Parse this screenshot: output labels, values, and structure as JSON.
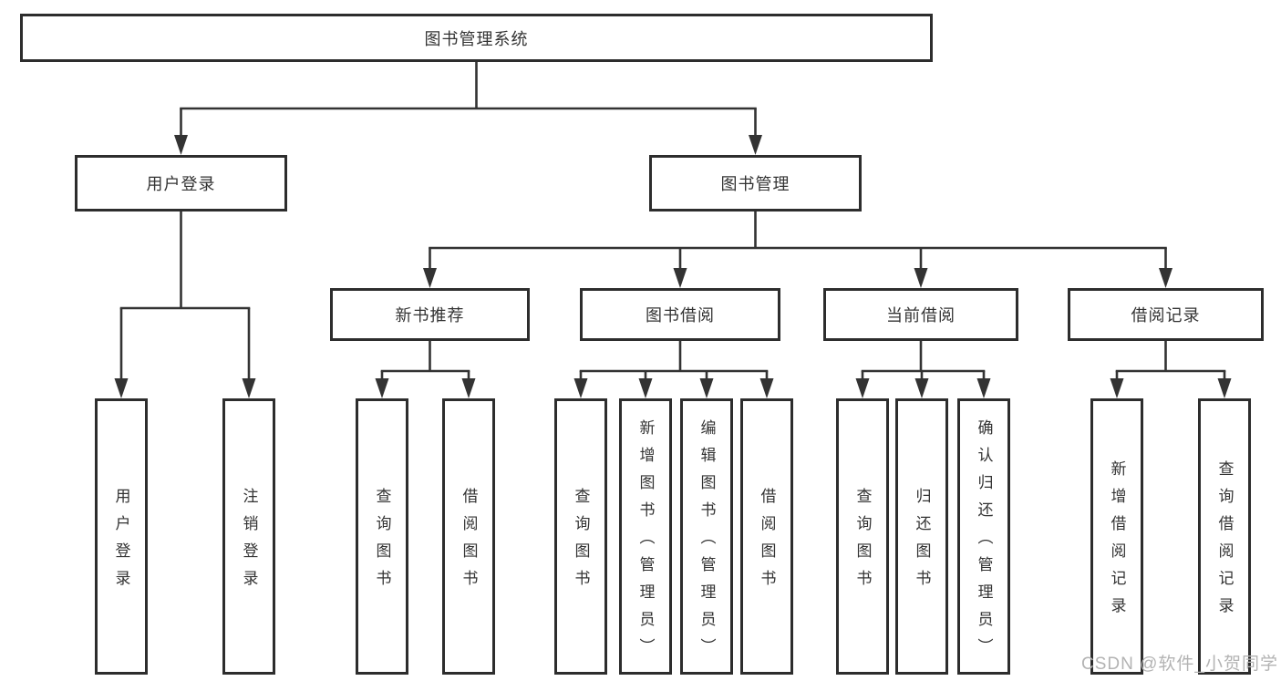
{
  "tree": {
    "label": "图书管理系统",
    "children": [
      {
        "label": "用户登录",
        "children": [
          {
            "label": "用户登录"
          },
          {
            "label": "注销登录"
          }
        ]
      },
      {
        "label": "图书管理",
        "children": [
          {
            "label": "新书推荐",
            "children": [
              {
                "label": "查询图书"
              },
              {
                "label": "借阅图书"
              }
            ]
          },
          {
            "label": "图书借阅",
            "children": [
              {
                "label": "查询图书"
              },
              {
                "label": "新增图书（管理员）"
              },
              {
                "label": "编辑图书（管理员）"
              },
              {
                "label": "借阅图书"
              }
            ]
          },
          {
            "label": "当前借阅",
            "children": [
              {
                "label": "查询图书"
              },
              {
                "label": "归还图书"
              },
              {
                "label": "确认归还（管理员）"
              }
            ]
          },
          {
            "label": "借阅记录",
            "children": [
              {
                "label": "新增借阅记录"
              },
              {
                "label": "查询借阅记录"
              }
            ]
          }
        ]
      }
    ]
  },
  "watermark": "CSDN @软件_小贺同学",
  "colors": {
    "line": "#333333",
    "box_border": "#2d2d2d",
    "text": "#333333",
    "watermark": "#b3b3b3",
    "background": "#ffffff"
  }
}
